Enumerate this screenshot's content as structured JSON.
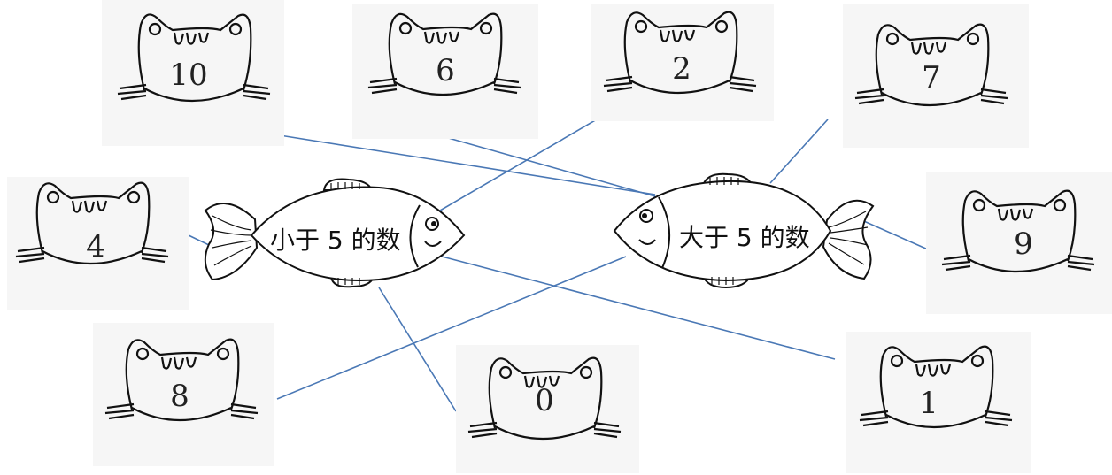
{
  "fish": [
    {
      "id": "less",
      "label": "小于 5 的数"
    },
    {
      "id": "more",
      "label": "大于 5 的数"
    }
  ],
  "cats": [
    {
      "id": "cat-10",
      "number": "10"
    },
    {
      "id": "cat-6",
      "number": "6"
    },
    {
      "id": "cat-2",
      "number": "2"
    },
    {
      "id": "cat-7",
      "number": "7"
    },
    {
      "id": "cat-4",
      "number": "4"
    },
    {
      "id": "cat-9",
      "number": "9"
    },
    {
      "id": "cat-8",
      "number": "8"
    },
    {
      "id": "cat-0",
      "number": "0"
    },
    {
      "id": "cat-1",
      "number": "1"
    }
  ],
  "colors": {
    "line": "#4a78b5",
    "ink": "#111111",
    "card": "#f6f6f6"
  }
}
